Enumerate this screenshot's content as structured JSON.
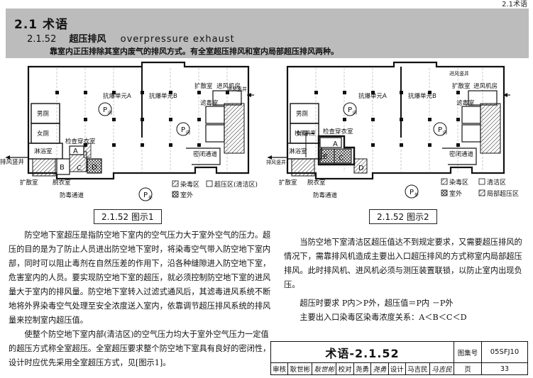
{
  "corner_label": "2.1术语",
  "header": {
    "section": "2.1  术语",
    "sub_number": "2.1.52",
    "sub_cn": "超压排风",
    "sub_en": "overpressure  exhaust",
    "definition": "靠室内正压排除其室内废气的排风方式。有全室超压排风和室内局部超压排风两种。"
  },
  "figure1": {
    "caption": "2.1.52  图示1",
    "labels": {
      "exhaust_shaft": "排风竖井",
      "diffuser_left": "扩散室",
      "men_wc": "男厕",
      "women_wc": "女厕",
      "shower": "淋浴室",
      "check_dress": "检查穿衣室",
      "undress": "脱衣室",
      "decon_passage": "防毒通道",
      "unit_a": "抗爆单元A",
      "unit_b": "抗爆单元B",
      "diffuser_right": "扩散室",
      "intake_room": "进风机房",
      "filter_room": "滤毒室",
      "sealed_passage": "密闭通道",
      "intake_shaft": "进风竖井",
      "p_in": "P",
      "p_in_sub": "内",
      "p_out": "P",
      "p_out_sub": "外",
      "a": "A",
      "b": "B",
      "c": "C",
      "d": "D"
    },
    "legend": {
      "contaminated": "染毒区",
      "overpressure": "超压区(清洁区)",
      "outdoor": "室外"
    }
  },
  "figure2": {
    "caption": "2.1.52  图示2",
    "labels": {
      "exhaust_shaft": "排风竖井",
      "exhaust_room": "排风机室",
      "diffuser_left": "扩散室",
      "men_wc": "男厕",
      "women_wc": "女厕",
      "shower": "淋浴室",
      "check_dress": "检查穿衣室",
      "undress": "脱衣室",
      "decon_passage": "防毒通道",
      "unit_a": "抗爆单元A",
      "unit_b": "抗爆单元B",
      "diffuser_right": "扩散室",
      "intake_room": "进风机房",
      "filter_room": "滤毒室",
      "sealed_passage": "密闭通道",
      "intake_shaft": "进风竖井",
      "p_in": "P",
      "p_in_sub": "内",
      "p_out": "P",
      "p_out_sub": "外",
      "a": "A",
      "b": "B",
      "c": "C",
      "d": "D"
    },
    "legend": {
      "contaminated": "染毒区",
      "clean": "清洁区",
      "outdoor": "室外",
      "local_overpressure": "局部超压区"
    }
  },
  "text_left": [
    "防空地下室超压是指防空地下室内的空气压力大于室外空气的压力。超压的目的是为了防止人员进出防空地下室时，将染毒空气带入防空地下室内部，同时可以阻止毒剂在自然压差的作用下，沿各种缝隙进入防空地下室，危害室内的人员。要实现防空地下室的超压，就必须控制防空地下室的进风量大于室内的排风量。防空地下室转入过滤式通风后，其滤毒进风系统不断地将外界染毒空气处理至安全浓度送入室内，依靠调节超压排风系统的排风量来控制室内超压值。",
    "使整个防空地下室内部(清洁区)的空气压力均大于室外空气压力一定值的超压方式称全室超压。全室超压要求整个防空地下室具有良好的密闭性，设计时应优先采用全室超压方式，见[图示1]。"
  ],
  "text_right": [
    "当防空地下室清洁区超压值达不到规定要求，又需要超压排风的情况下，需靠排风机造成主要出入口超压排风的方式称室内局部超压排风。此时排风机、进风机必须与测压装置联锁，以防止室内出现负压。",
    "超压时要求  P内＞P外，超压值＝P内  －P外",
    "主要出入口染毒区染毒浓度关系：A＜B＜C＜D"
  ],
  "title_block": {
    "title": "术语-2.1.52",
    "atlas_no_label": "图集号",
    "atlas_no": "05SFJ10",
    "page_label": "页",
    "page": "33",
    "review_label": "审核",
    "reviewer": "耿世彬",
    "review_sign": "耿世彬",
    "proof_label": "校对",
    "proofer": "尧勇",
    "proof_sign": "尧勇",
    "design_label": "设计",
    "designer": "马吉民",
    "design_sign": "马吉民"
  }
}
